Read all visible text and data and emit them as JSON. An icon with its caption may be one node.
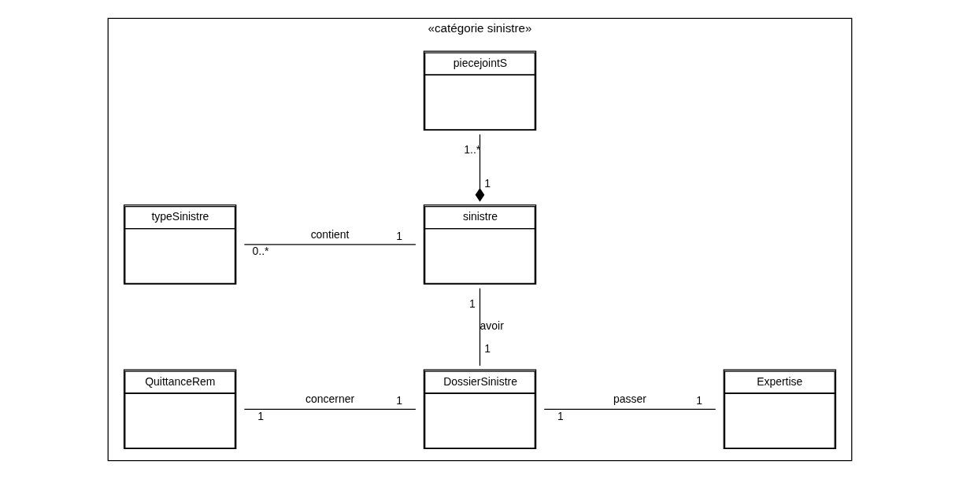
{
  "diagram": {
    "nodes": [
      {
        "text": [
          "«catégorie sinistre»"
        ]
      },
      {
        "text": [
          "piecejointS"
        ],
        "in": 0
      },
      {
        "text": [
          "typeSinistre"
        ],
        "in": 0
      },
      {
        "text": [
          "sinistre"
        ],
        "in": 0
      },
      {
        "text": [
          "QuittanceRem"
        ],
        "in": 0
      },
      {
        "text": [
          "DossierSinistre"
        ],
        "in": 0
      },
      {
        "text": [
          "Expertise"
        ],
        "in": 0
      }
    ],
    "edges": [
      {
        "from": 1,
        "to": 3,
        "arrow": "other"
      },
      {
        "from": 2,
        "to": 3,
        "arrow": "none",
        "label": "contient"
      },
      {
        "from": 3,
        "to": 5,
        "arrow": "none",
        "label": "avoir"
      },
      {
        "from": 4,
        "to": 5,
        "arrow": "none",
        "label": "concerner"
      },
      {
        "from": 5,
        "to": 6,
        "arrow": "none",
        "label": "passer"
      }
    ],
    "labels": [
      "1..*",
      "1",
      "0..*",
      "1",
      "1",
      "1",
      "1",
      "1",
      "1",
      "1"
    ]
  }
}
